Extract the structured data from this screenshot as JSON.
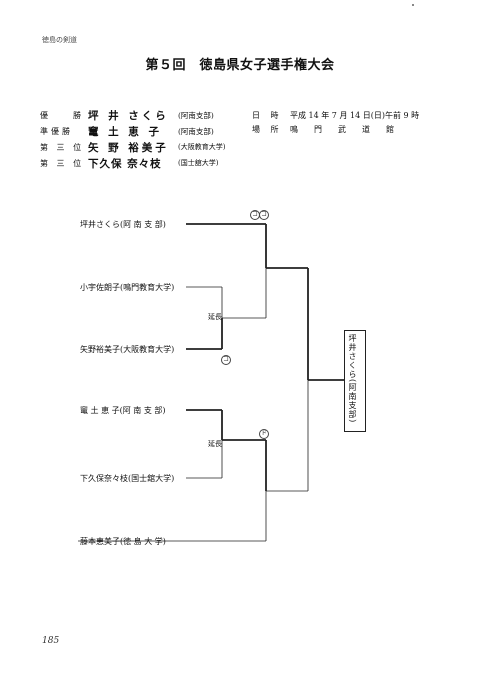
{
  "header_tag": "徳島の剣道",
  "title": "第５回　徳島県女子選手権大会",
  "results": [
    {
      "rank": "優　　勝",
      "name": "坪 井 さくら",
      "aff": "(阿南支部)"
    },
    {
      "rank": "準優勝",
      "name": "竃 土 恵 子",
      "aff": "(阿南支部)"
    },
    {
      "rank": "第 三 位",
      "name": "矢 野 裕美子",
      "aff": "(大阪教育大学)"
    },
    {
      "rank": "第 三 位",
      "name": "下久保 奈々枝",
      "aff": "(国士舘大学)"
    }
  ],
  "info": [
    {
      "label": "日 時",
      "value": "平成 14 年 7 月 14 日(日)午前 9 時"
    },
    {
      "label": "場 所",
      "value": "鳴　　門　　武　　道　　館"
    }
  ],
  "players": [
    "坪井さくら(阿 南 支 部)",
    "小宇佐朗子(鳴門教育大学)",
    "矢野裕美子(大阪教育大学)",
    "竃 土 恵 子(阿 南 支 部)",
    "下久保奈々枝(国士舘大学)",
    "藤本恵美子(徳 島 大 学)"
  ],
  "marks": {
    "m1": "コ",
    "m2": "コ",
    "m3": "ド"
  },
  "extensions": [
    "延長",
    "延長"
  ],
  "winner": "坪井さくら(阿南支部)",
  "page_number": "185"
}
